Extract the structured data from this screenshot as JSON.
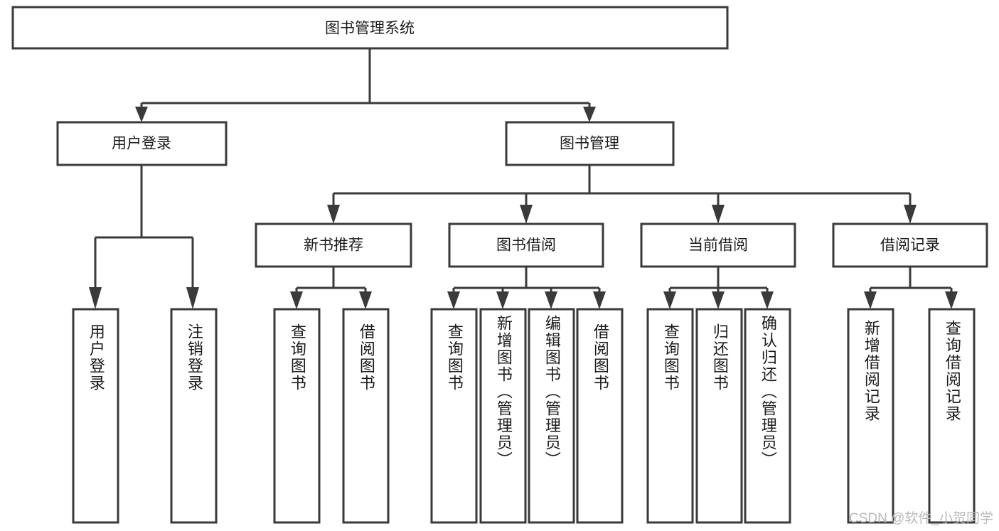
{
  "diagram": {
    "type": "hierarchy-tree",
    "title": "图书管理系统",
    "watermark": "CSDN @软件_小贺同学",
    "colors": {
      "stroke": "#3a3a3a",
      "box_fill": "#ffffff",
      "text": "#1b1b1b",
      "background": "#ffffff",
      "watermark": "#b9b9b9"
    },
    "root": {
      "label": "图书管理系统"
    },
    "level2": [
      {
        "label": "用户登录"
      },
      {
        "label": "图书管理"
      }
    ],
    "level3": [
      {
        "label": "新书推荐"
      },
      {
        "label": "图书借阅"
      },
      {
        "label": "当前借阅"
      },
      {
        "label": "借阅记录"
      }
    ],
    "leaves": {
      "user_login": [
        {
          "label": "用户登录"
        },
        {
          "label": "注销登录"
        }
      ],
      "new_book": [
        {
          "label": "查询图书"
        },
        {
          "label": "借阅图书"
        }
      ],
      "book_borrow": [
        {
          "label": "查询图书"
        },
        {
          "label": "新增图书（管理员）"
        },
        {
          "label": "编辑图书（管理员）"
        },
        {
          "label": "借阅图书"
        }
      ],
      "current_borrow": [
        {
          "label": "查询图书"
        },
        {
          "label": "归还图书"
        },
        {
          "label": "确认归还（管理员）"
        }
      ],
      "borrow_record": [
        {
          "label": "新增借阅记录"
        },
        {
          "label": "查询借阅记录"
        }
      ]
    }
  }
}
